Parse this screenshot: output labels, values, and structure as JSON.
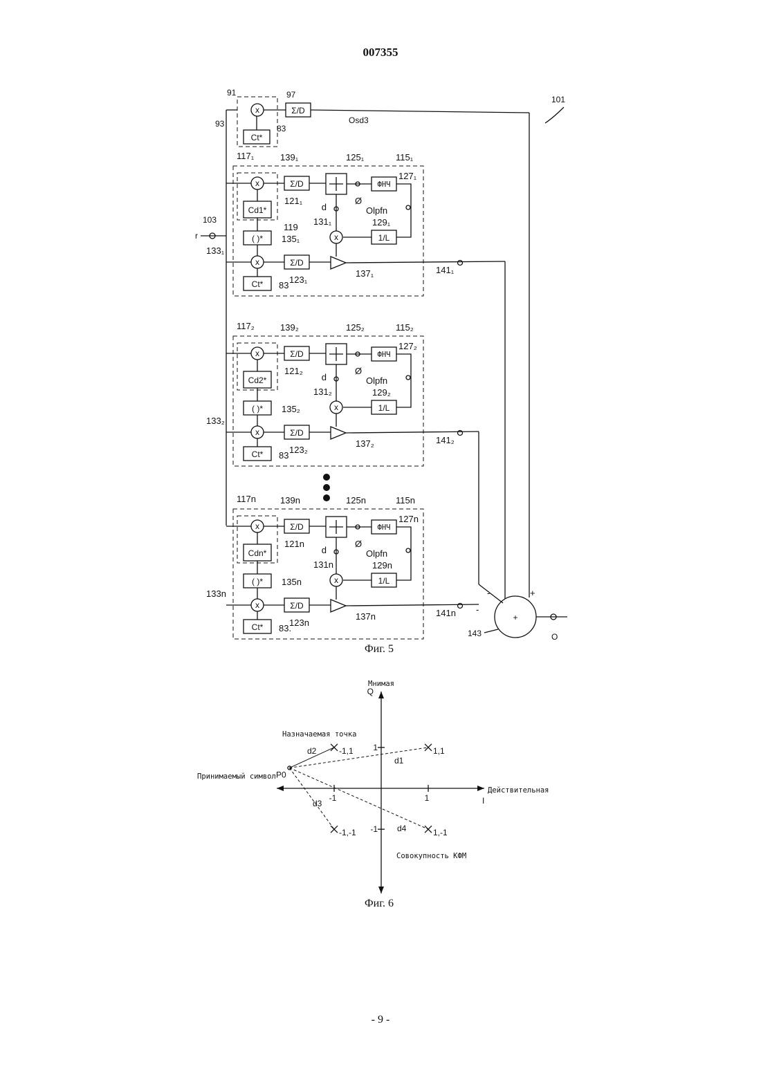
{
  "header": {
    "doc_number": "007355"
  },
  "page": {
    "number": "- 9 -"
  },
  "fig5": {
    "caption": "Фиг. 5",
    "ref_system": "101",
    "top_block": {
      "group": "91",
      "mult": "93",
      "sum": "97",
      "sum_label": "Σ/D",
      "code": "Ct*",
      "code_ref": "83",
      "out": "Osd3"
    },
    "input": {
      "ref": "103",
      "label": "r"
    },
    "fingers": [
      {
        "sub": "1",
        "unit": "115₁",
        "mult": "117₁",
        "group": "139₁",
        "sum1": "121₁",
        "div": "125₁",
        "lpf": "127₁",
        "lpf_label": "ФНЧ",
        "inv": "129₁",
        "inv_label": "1/L",
        "mul2": "131₁",
        "conj": "135₁",
        "conj_label": "( )*",
        "mul3": "133₁",
        "sum2": "123₁",
        "amp": "137₁",
        "out": "141₁",
        "code": "Cd1*",
        "code2": "Ct*",
        "ref119": "119",
        "ref83": "83",
        "d": "d",
        "phi": "Ø",
        "olpf": "Olpfn",
        "sum_label": "Σ/D"
      },
      {
        "sub": "2",
        "unit": "115₂",
        "mult": "117₂",
        "group": "139₂",
        "sum1": "121₂",
        "div": "125₂",
        "lpf": "127₂",
        "lpf_label": "ФНЧ",
        "inv": "129₂",
        "inv_label": "1/L",
        "mul2": "131₂",
        "conj": "135₂",
        "conj_label": "( )*",
        "mul3": "133₂",
        "sum2": "123₂",
        "amp": "137₂",
        "out": "141₂",
        "code": "Cd2*",
        "code2": "Ct*",
        "ref119": "",
        "ref83": "83",
        "d": "d",
        "phi": "Ø",
        "olpf": "Olpfn",
        "sum_label": "Σ/D"
      },
      {
        "sub": "n",
        "unit": "115n",
        "mult": "117n",
        "group": "139n",
        "sum1": "121n",
        "div": "125n",
        "lpf": "127n",
        "lpf_label": "ФНЧ",
        "inv": "129n",
        "inv_label": "1/L",
        "mul2": "131n",
        "conj": "135n",
        "conj_label": "( )*",
        "mul3": "133n",
        "sum2": "123n",
        "amp": "137n",
        "out": "141n",
        "code": "Cdn*",
        "code2": "Ct*",
        "ref119": "",
        "ref83": "83.",
        "d": "d",
        "phi": "Ø",
        "olpf": "Olpfn",
        "sum_label": "Σ/D"
      }
    ],
    "summer": {
      "ref": "143",
      "sign_plus": "+",
      "sign_minus": "-",
      "center": "+",
      "out": "O"
    }
  },
  "fig6": {
    "caption": "Фиг. 6",
    "axis_q_name": "Мнимая",
    "axis_q": "Q",
    "axis_i_name": "Действительная",
    "axis_i": "I",
    "assigned_point": "Назначаемая точка",
    "received_symbol": "Принимаемый символ",
    "p0": "P0",
    "set_label": "Совокупность КФМ",
    "points": [
      {
        "label": "1,1",
        "I": 1,
        "Q": 1
      },
      {
        "label": "-1,1",
        "I": -1,
        "Q": 1
      },
      {
        "label": "-1,-1",
        "I": -1,
        "Q": -1
      },
      {
        "label": "1,-1",
        "I": 1,
        "Q": -1
      }
    ],
    "received": {
      "I": -1.95,
      "Q": 0.5
    },
    "distances": [
      "d1",
      "d2",
      "d3",
      "d4"
    ],
    "ticks": {
      "i_pos": "1",
      "i_neg": "-1",
      "q_pos": "1",
      "q_neg": "-1"
    }
  }
}
